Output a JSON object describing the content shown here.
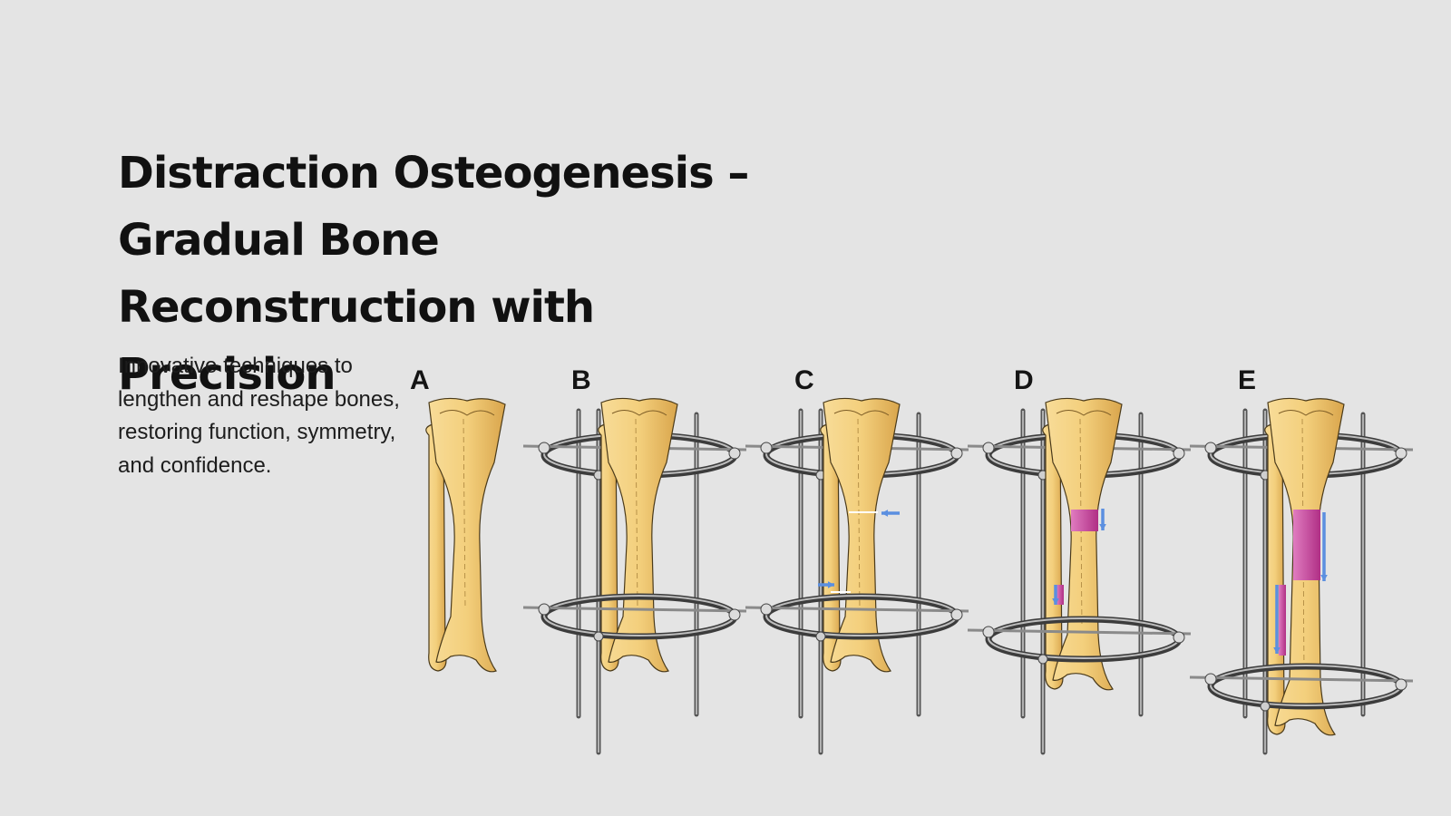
{
  "slide": {
    "title": "Distraction Osteogenesis – Gradual Bone Reconstruction with Precision",
    "subtitle": "Innovative techniques to lengthen and reshape bones, restoring function, symmetry, and confidence."
  },
  "colors": {
    "background": "#e4e4e4",
    "bone": "#f0c56a",
    "bone_light": "#f8dc98",
    "regenerate": "#c9409a",
    "arrow": "#5b8fe0",
    "frame": "#5a5a5a"
  },
  "figure": {
    "panels": [
      {
        "label": "A",
        "stage": "intact-bone",
        "frame": false
      },
      {
        "label": "B",
        "stage": "frame-applied",
        "frame": true
      },
      {
        "label": "C",
        "stage": "osteotomy",
        "frame": true
      },
      {
        "label": "D",
        "stage": "early-distraction",
        "frame": true
      },
      {
        "label": "E",
        "stage": "lengthened",
        "frame": true
      }
    ]
  }
}
